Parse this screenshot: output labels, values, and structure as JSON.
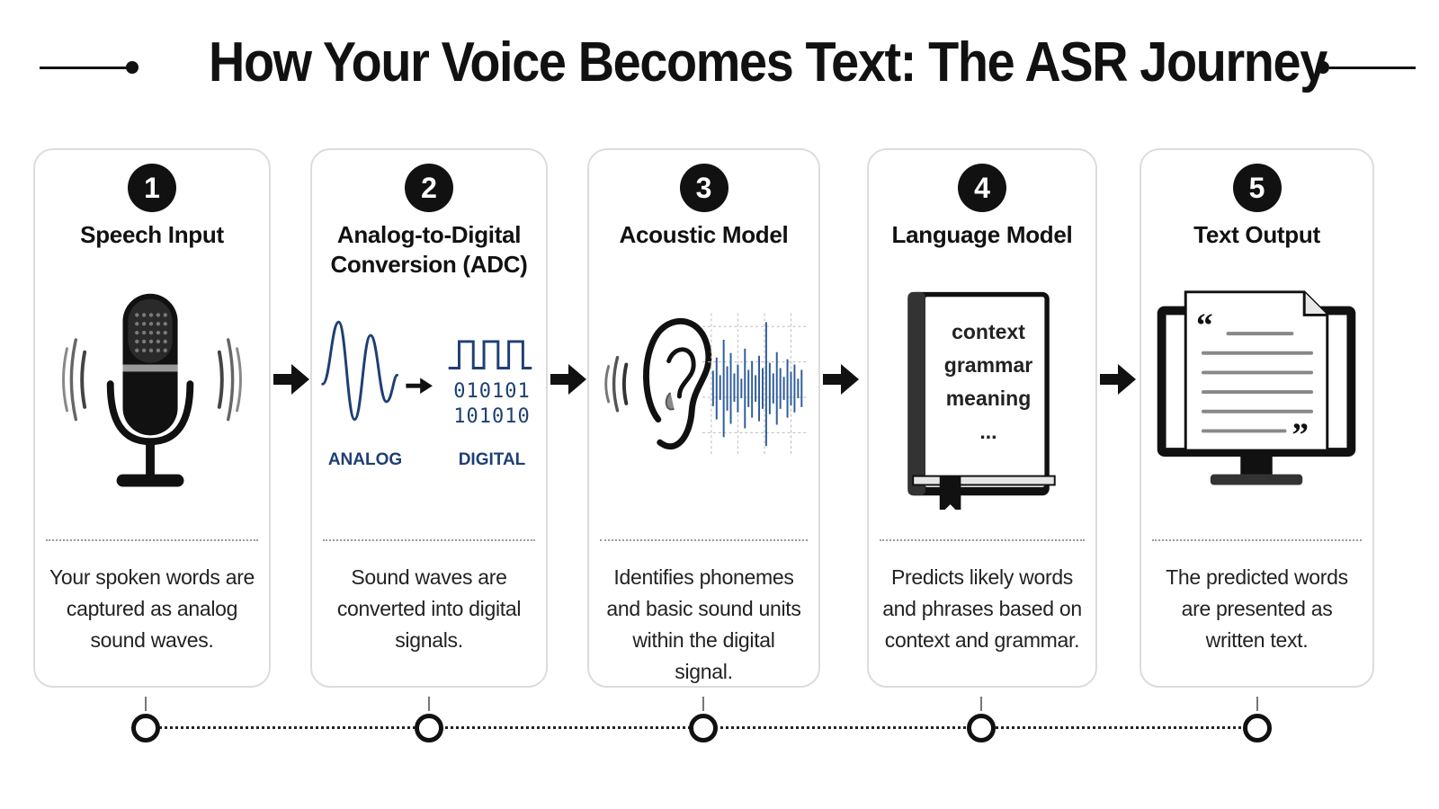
{
  "title": "How Your Voice Becomes Text: The ASR Journey",
  "steps": [
    {
      "number": "1",
      "title": "Speech Input",
      "description": "Your spoken words are captured as analog sound waves."
    },
    {
      "number": "2",
      "title": "Analog-to-Digital\nConversion (ADC)",
      "description": "Sound waves are converted into digital signals.",
      "labels": {
        "analog": "ANALOG",
        "digital": "DIGITAL",
        "bits_line1": "010101",
        "bits_line2": "101010"
      }
    },
    {
      "number": "3",
      "title": "Acoustic Model",
      "description": "Identifies phonemes and basic sound units within the digital signal."
    },
    {
      "number": "4",
      "title": "Language Model",
      "description": "Predicts likely words and phrases based on context and grammar.",
      "book_words": [
        "context",
        "grammar",
        "meaning",
        "..."
      ]
    },
    {
      "number": "5",
      "title": "Text Output",
      "description": "The predicted words are presented as written text."
    }
  ],
  "icons": {
    "step1": "microphone-icon",
    "step2": "waveform-to-binary-icon",
    "step3": "ear-spectrogram-icon",
    "step4": "book-icon",
    "step5": "monitor-document-icon",
    "between_steps": "arrow-right-icon"
  },
  "colors": {
    "ink": "#111111",
    "signal_blue": "#1e3f73",
    "spectrogram_blue": "#2f5d9c",
    "card_border": "#dcdcdc"
  }
}
